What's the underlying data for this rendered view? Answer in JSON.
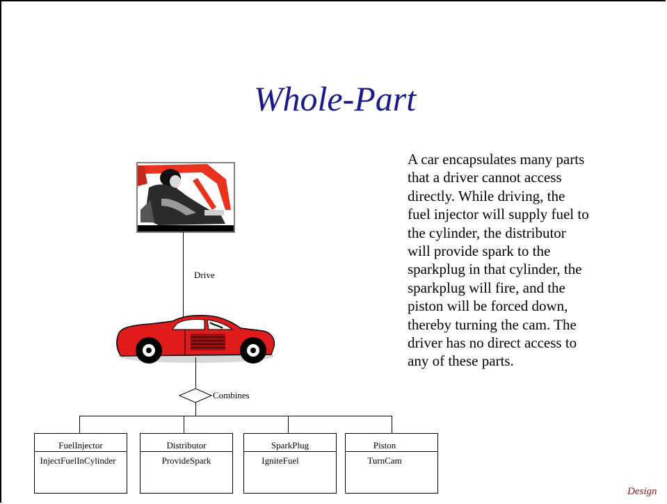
{
  "slide": {
    "title": "Whole-Part",
    "description_lines": [
      "A car encapsulates many parts",
      "that a driver cannot access",
      "directly.  While driving, the",
      "fuel injector will supply fuel to",
      "the cylinder, the distributor",
      "will provide spark to the",
      "sparkplug in that cylinder, the",
      "sparkplug will fire, and the",
      "piston will be forced down,",
      "thereby turning the cam.  The",
      "driver has no direct access to",
      "any of these parts."
    ],
    "footer": "Design"
  },
  "diagram": {
    "drive_label": "Drive",
    "combines_label": "Combines",
    "parts": [
      {
        "name": "FuelInjector",
        "operation": "InjectFuelInCylinder"
      },
      {
        "name": "Distributor",
        "operation": "ProvideSpark"
      },
      {
        "name": "SparkPlug",
        "operation": "IgniteFuel"
      },
      {
        "name": "Piston",
        "operation": "TurnCam"
      }
    ]
  },
  "colors": {
    "title": "#1a1a8c",
    "footer": "#8b1a1a",
    "car_body": "#e01b1b",
    "clipart_accent": "#e8321e"
  }
}
